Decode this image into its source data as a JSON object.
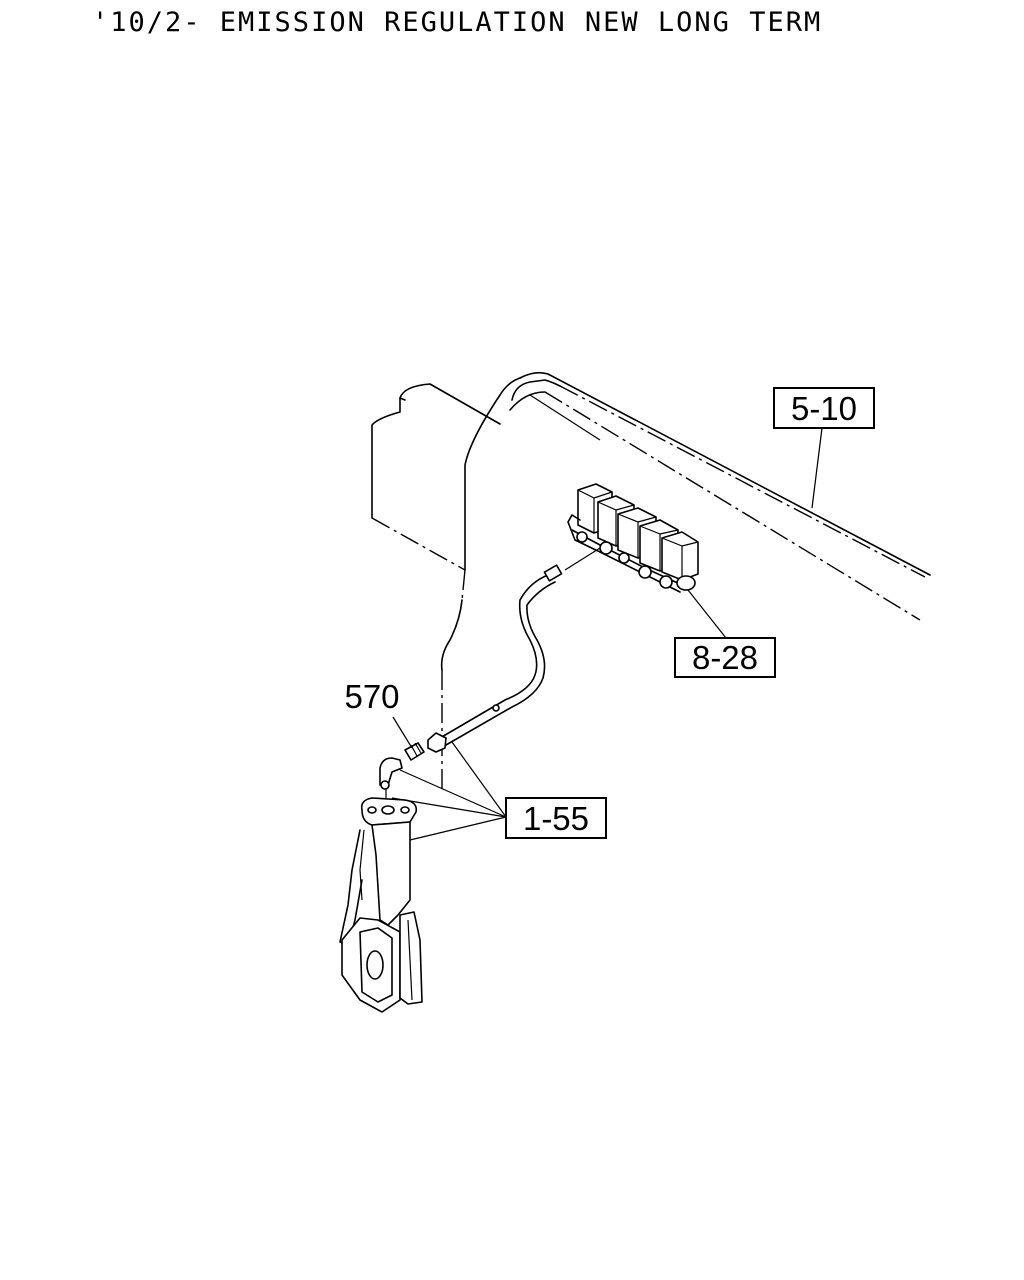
{
  "title": "'10/2- EMISSION REGULATION NEW LONG TERM",
  "callouts": {
    "c_5_10": "5-10",
    "c_8_28": "8-28",
    "c_570": "570",
    "c_1_55": "1-55"
  }
}
